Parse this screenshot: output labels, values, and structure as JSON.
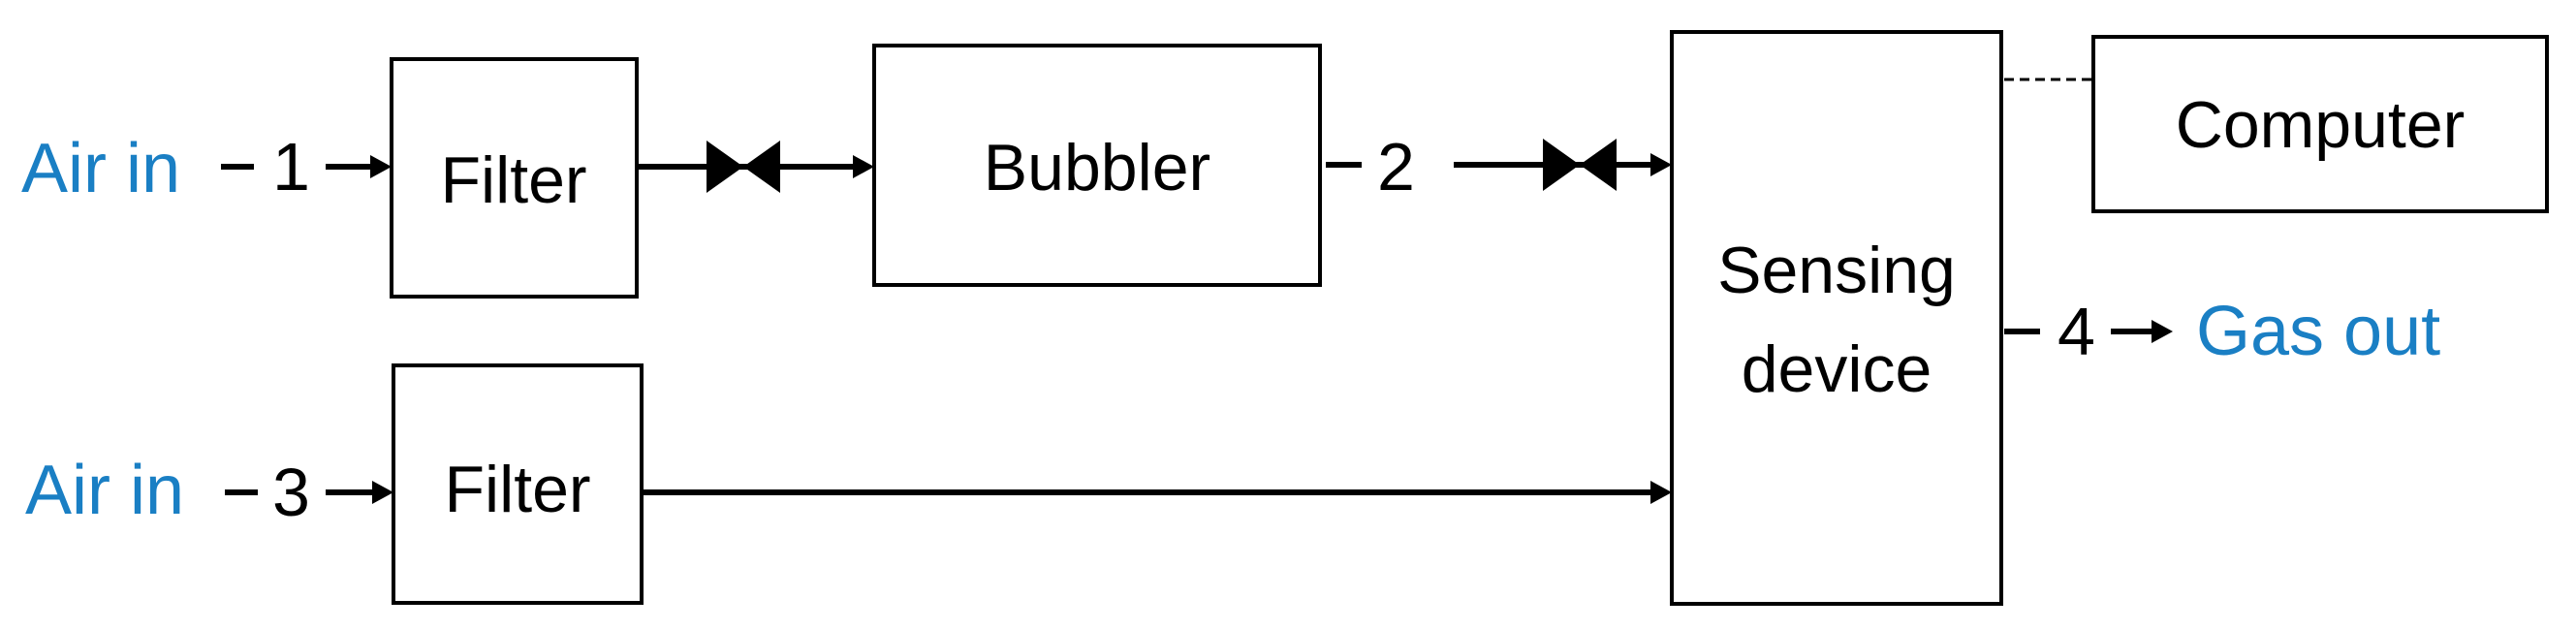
{
  "colors": {
    "label_blue": "#1a7fc4",
    "line": "#000000",
    "box_fill": "#ffffff"
  },
  "inputs": [
    {
      "label": "Air in",
      "stream_number": "1"
    },
    {
      "label": "Air in",
      "stream_number": "3"
    }
  ],
  "components": {
    "filter_top": "Filter",
    "filter_bottom": "Filter",
    "bubbler": "Bubbler",
    "sensing_line1": "Sensing",
    "sensing_line2": "device",
    "computer": "Computer"
  },
  "streams": {
    "bubbler_out": "2",
    "sensor_out": "4"
  },
  "output": {
    "label": "Gas out"
  }
}
